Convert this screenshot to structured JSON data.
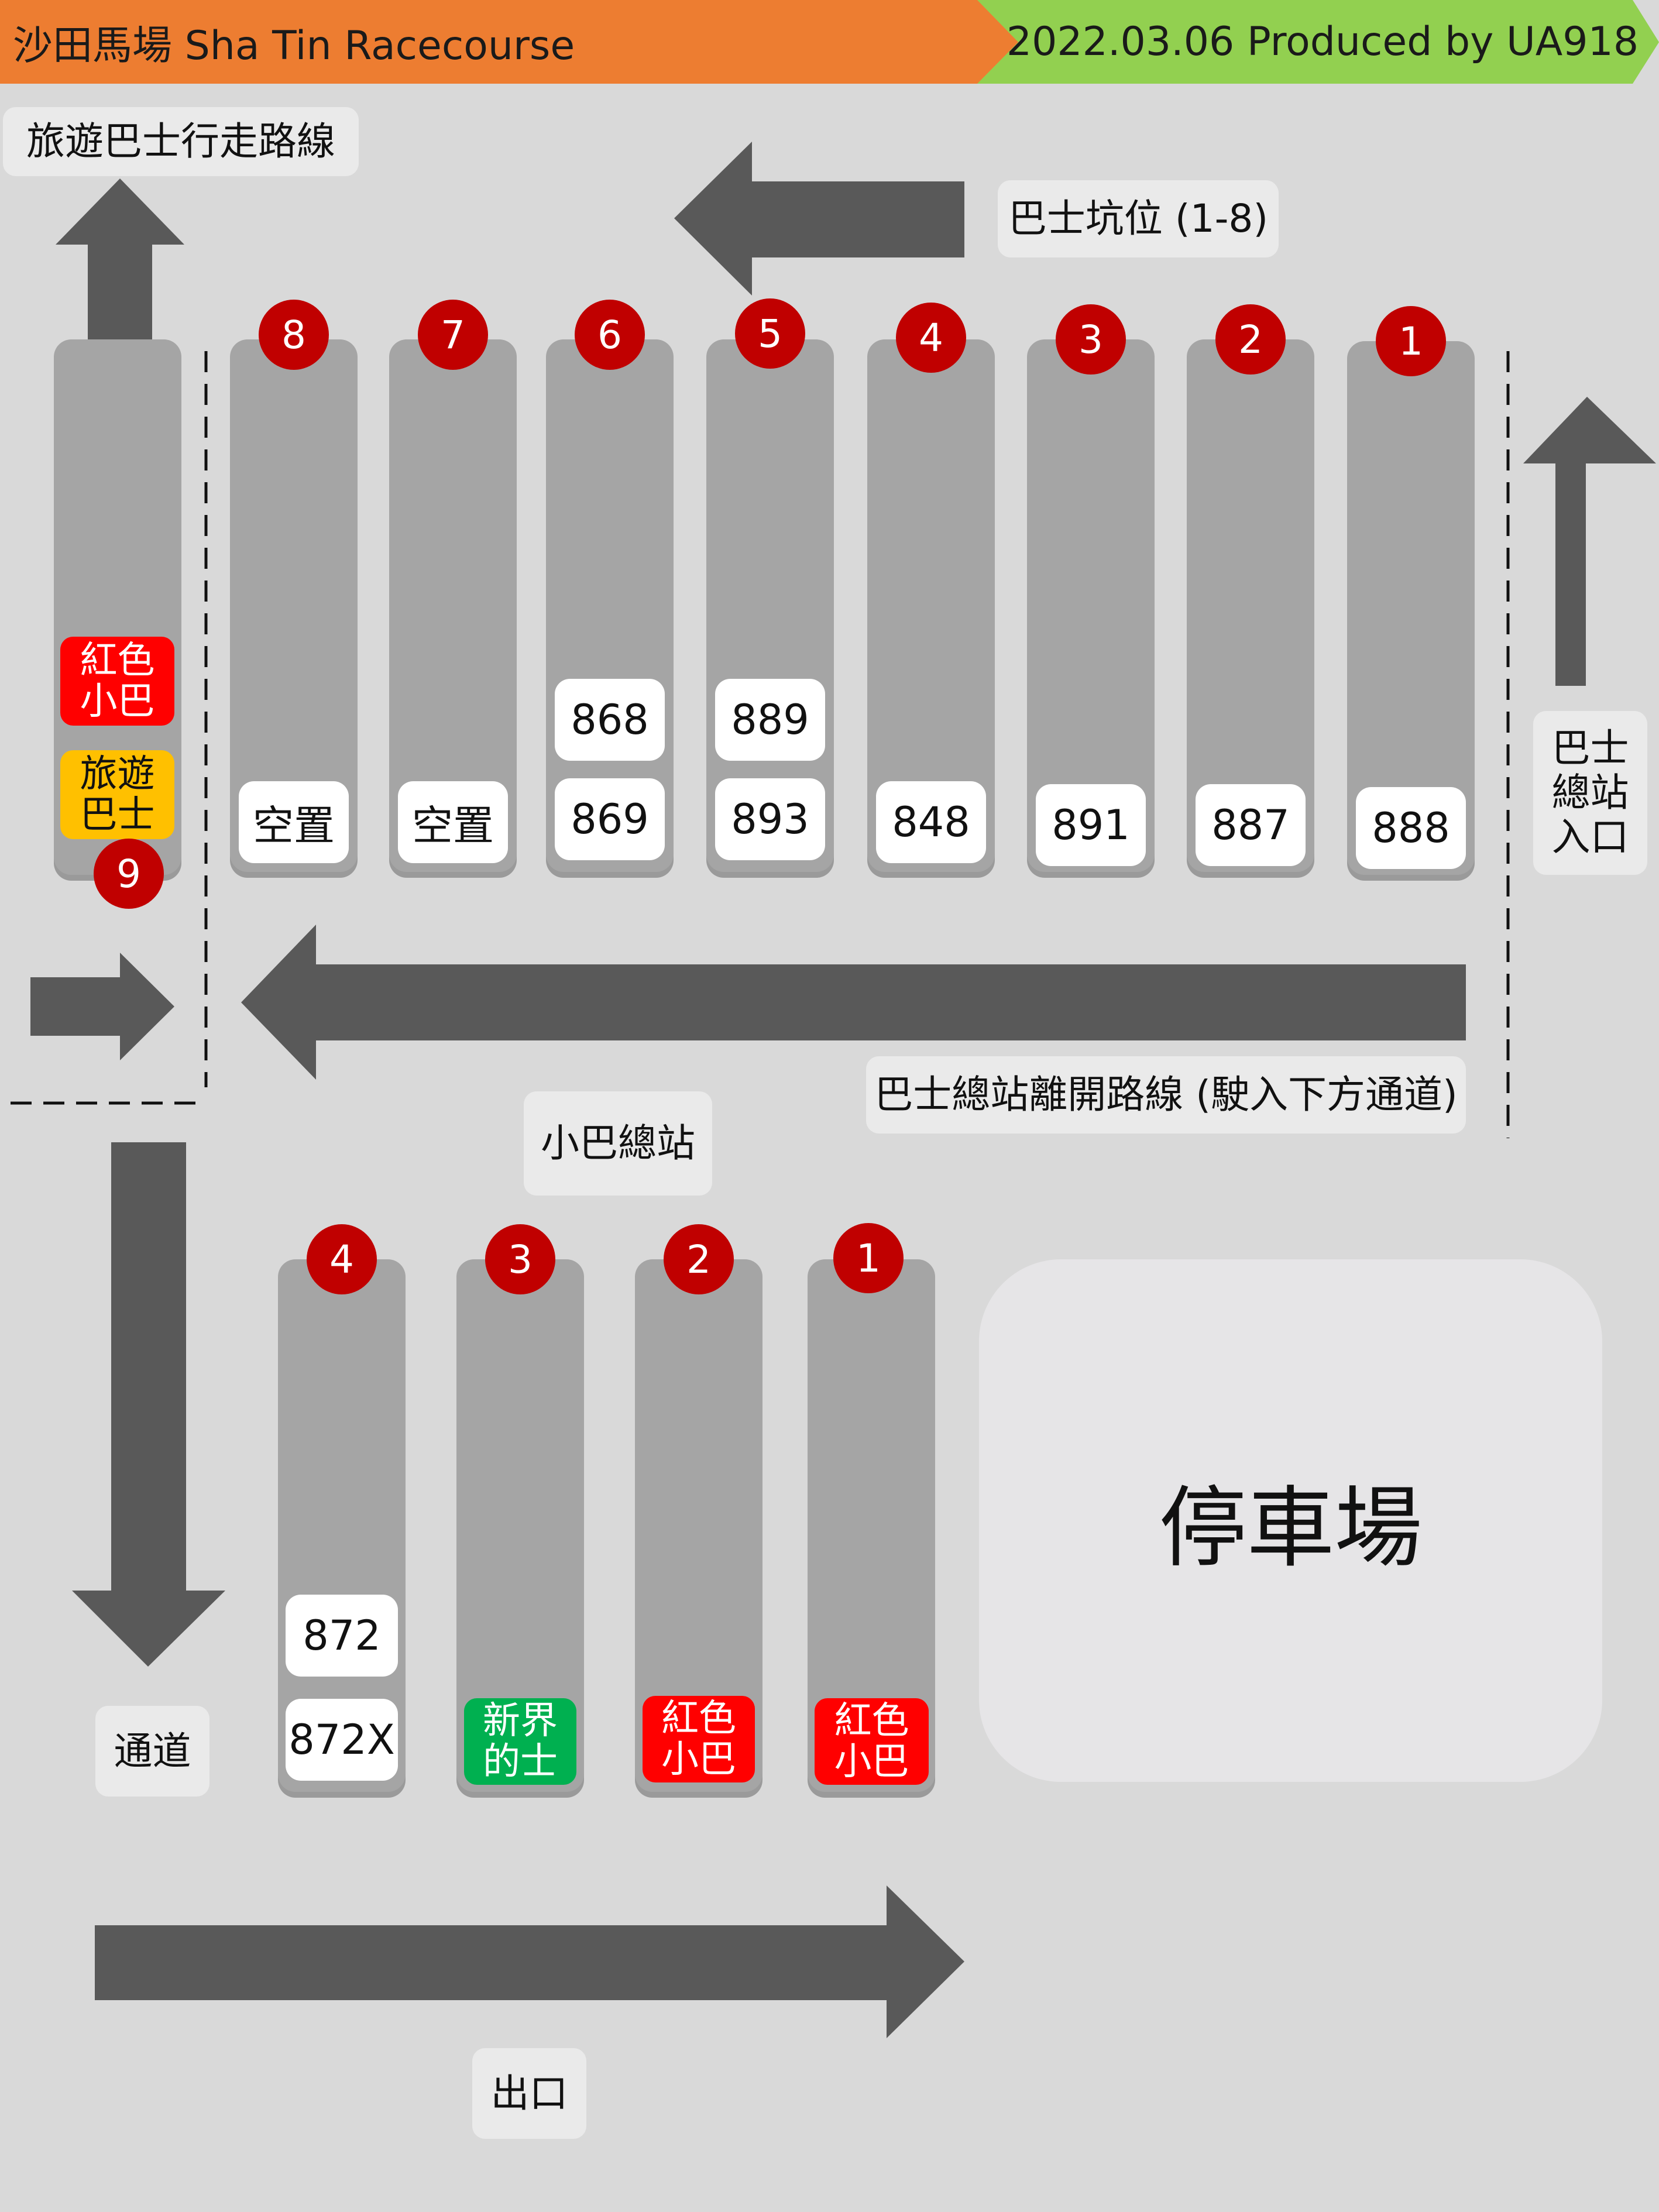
{
  "header": {
    "title": "沙田馬場 Sha Tin Racecourse",
    "credit": "2022.03.06  Produced by UA918",
    "colors": {
      "title_bg": "#ed7d31",
      "credit_bg": "#92d050"
    }
  },
  "labels": {
    "tour_bus_route": "旅遊巴士行走路線",
    "bus_bays": "巴士坑位 (1-8)",
    "terminus_entrance": "巴士\n總站\n入口",
    "terminus_departure": "巴士總站離開路線 (駛入下方通道)",
    "minibus_terminus": "小巴總站",
    "passage": "通道",
    "exit": "出口",
    "car_park": "停車場"
  },
  "bus_bays": [
    {
      "number": "1",
      "routes": [
        "888"
      ]
    },
    {
      "number": "2",
      "routes": [
        "887"
      ]
    },
    {
      "number": "3",
      "routes": [
        "891"
      ]
    },
    {
      "number": "4",
      "routes": [
        "848"
      ]
    },
    {
      "number": "5",
      "routes": [
        "889",
        "893"
      ]
    },
    {
      "number": "6",
      "routes": [
        "868",
        "869"
      ]
    },
    {
      "number": "7",
      "routes": [
        "空置"
      ]
    },
    {
      "number": "8",
      "routes": [
        "空置"
      ]
    },
    {
      "number": "9",
      "tags": [
        "紅色\n小巴",
        "旅遊\n巴士"
      ]
    }
  ],
  "minibus_bays": [
    {
      "number": "1",
      "tag": "紅色\n小巴"
    },
    {
      "number": "2",
      "tag": "紅色\n小巴"
    },
    {
      "number": "3",
      "tag": "新界\n的士"
    },
    {
      "number": "4",
      "routes": [
        "872",
        "872X"
      ]
    }
  ],
  "colors": {
    "badge": "#c00000",
    "red_minibus": "#ff0000",
    "tour_bus": "#ffc000",
    "nt_taxi": "#00b050",
    "arrow": "#595959"
  },
  "icons": [
    "arrow-up-icon",
    "arrow-left-icon",
    "arrow-right-icon",
    "arrow-down-icon"
  ]
}
